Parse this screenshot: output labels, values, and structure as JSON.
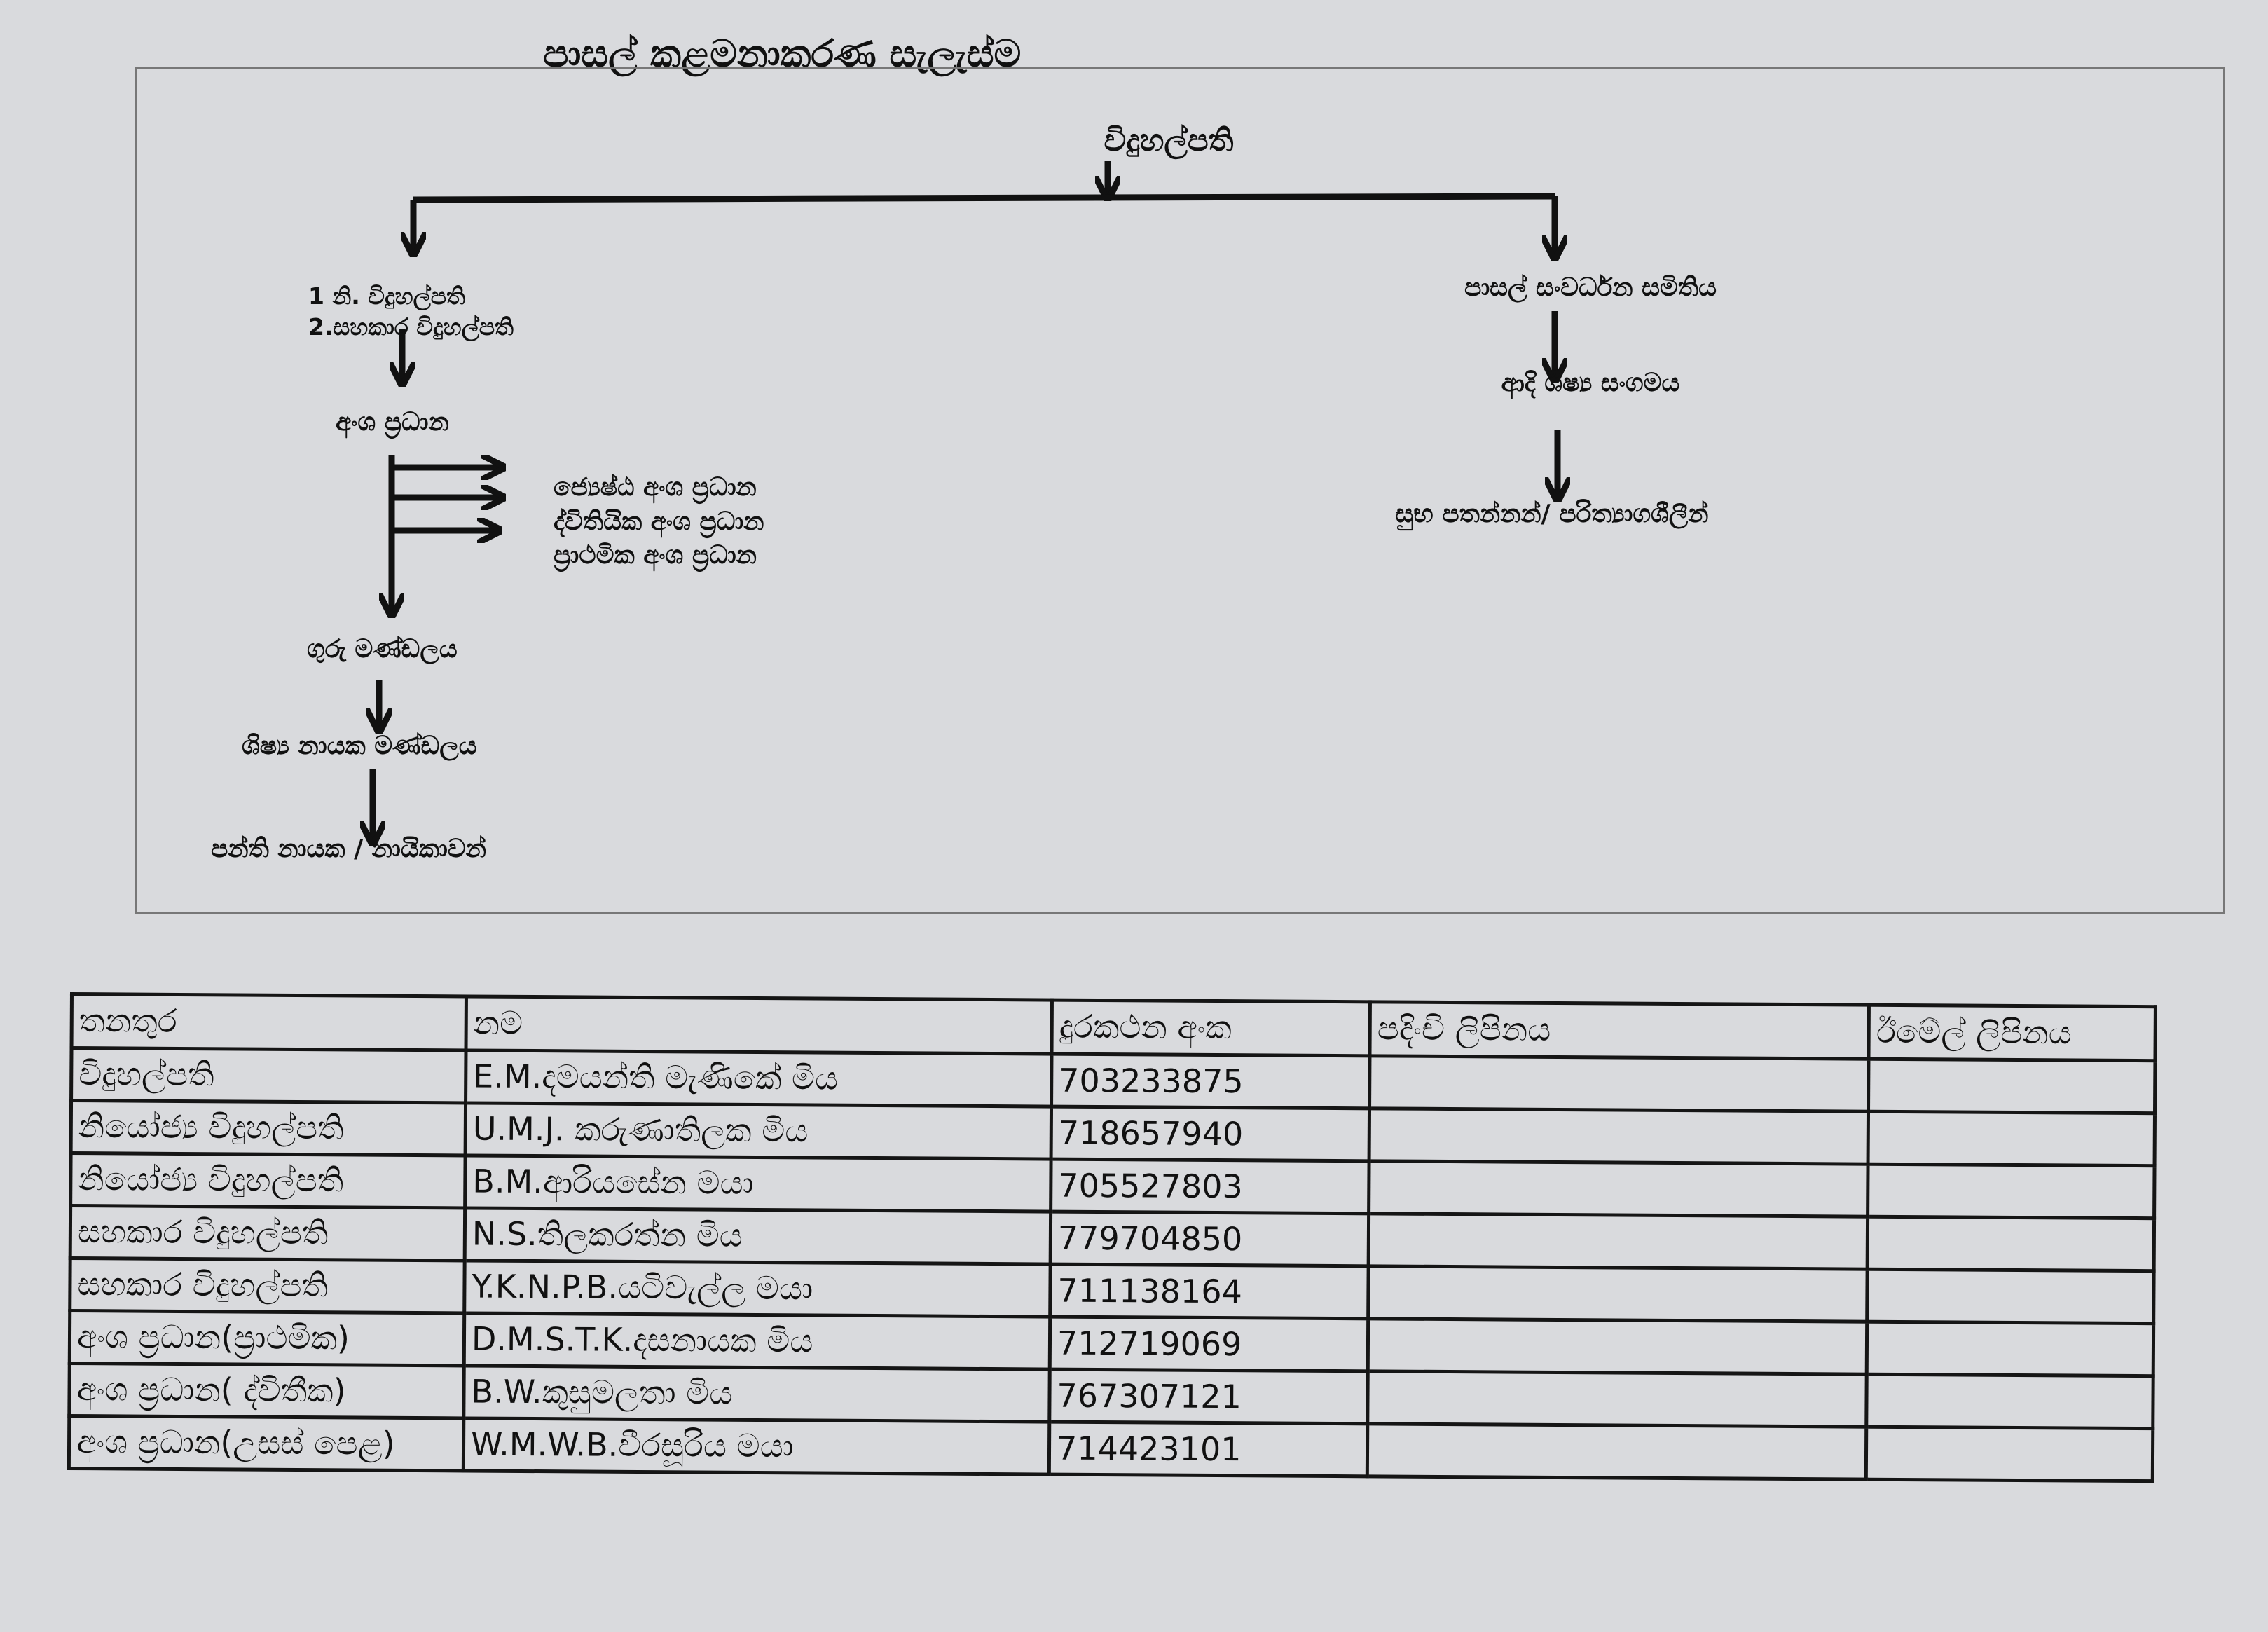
{
  "title": "පාසල් කළමනාකරණ සැලැස්ම",
  "chart": {
    "root": "විදුහල්පති",
    "left_branch": {
      "deputies": [
        "1 නි. විදුහල්පති",
        "2.සහකාර විදුහල්පති"
      ],
      "section_heads": "අංශ ප්‍රධාන",
      "section_head_types": [
        "ජ්‍යෙෂ්ඨ අංශ ප්‍රධාන",
        "ද්විතියික අංශ ප්‍රධාන",
        "ප්‍රාථමික අංශ ප්‍රධාන"
      ],
      "teachers_board": "ගුරු මණ්ඩලය",
      "prefects_board": "ශිෂ්‍ය නායක මණ්ඩලය",
      "class_monitors": "පන්ති නායක / නායිකාවන්"
    },
    "right_branch": {
      "sdc": "පාසල් සංවර්ධන සමිතිය",
      "alumni": "ආදි ශිෂ්‍ය සංගමය",
      "wellwishers": "සුභ පතන්නන්/ පරිත්‍යාගශීලීන්"
    }
  },
  "table": {
    "headers": [
      "තනතුර",
      "නම",
      "දුරකථන අංක",
      "පදිංචි ලිපිනය",
      "ඊමේල් ලිපිනය"
    ],
    "rows": [
      [
        "විදුහල්පති",
        "E.M.දමයන්ති මැණිකේ මිය",
        "703233875",
        "",
        ""
      ],
      [
        "නියෝජ්‍ය විදුහල්පති",
        "U.M.J. කරුණාතිලක මිය",
        "718657940",
        "",
        ""
      ],
      [
        "නියෝජ්‍ය විදුහල්පති",
        "B.M.ආරියසේන මයා",
        "705527803",
        "",
        ""
      ],
      [
        "සහකාර විදුහල්පති",
        "N.S.තිලකරත්න  මිය",
        "779704850",
        "",
        ""
      ],
      [
        "සහකාර විදුහල්පති",
        "Y.K.N.P.B.යටිවැල්ල මයා",
        "711138164",
        "",
        ""
      ],
      [
        "අංශ ප්‍රධාන(ප්‍රාථමික)",
        "D.M.S.T.K.දසනායක මිය",
        "712719069",
        "",
        ""
      ],
      [
        "අංශ ප්‍රධාන( ද්විතීක)",
        "B.W.කුසුමලතා මිය",
        "767307121",
        "",
        ""
      ],
      [
        "අංශ ප්‍රධාන(උසස් පෙළ)",
        "W.M.W.B.වීරසූරිය මයා",
        "714423101",
        "",
        ""
      ]
    ]
  }
}
